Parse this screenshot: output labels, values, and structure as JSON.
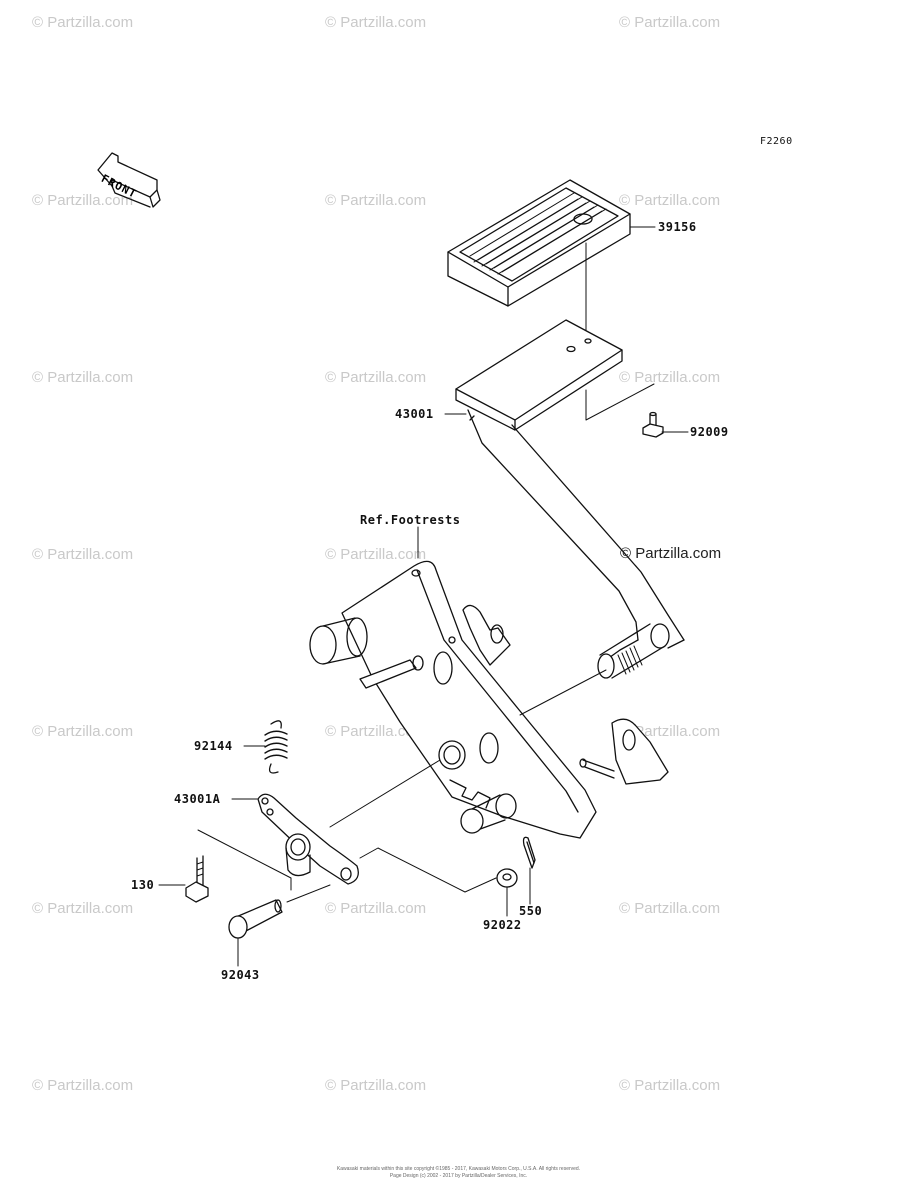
{
  "figure_code": "F2260",
  "front_badge": "FRONT",
  "watermark_text": "© Partzilla.com",
  "main_watermark": "© Partzilla.com",
  "labels": {
    "p39156": "39156",
    "p43001": "43001",
    "p92009": "92009",
    "ref_footrests": "Ref.Footrests",
    "p92144": "92144",
    "p43001A": "43001A",
    "p130": "130",
    "p92022": "92022",
    "p550": "550",
    "p92043": "92043"
  },
  "copyright": {
    "line1": "Kawasaki materials within this site copyright ©1985 - 2017, Kawasaki Motors Corp., U.S.A. All rights reserved.",
    "line2": "Page Design (c) 2002 - 2017 by Partzilla/Dealer Services, Inc."
  }
}
